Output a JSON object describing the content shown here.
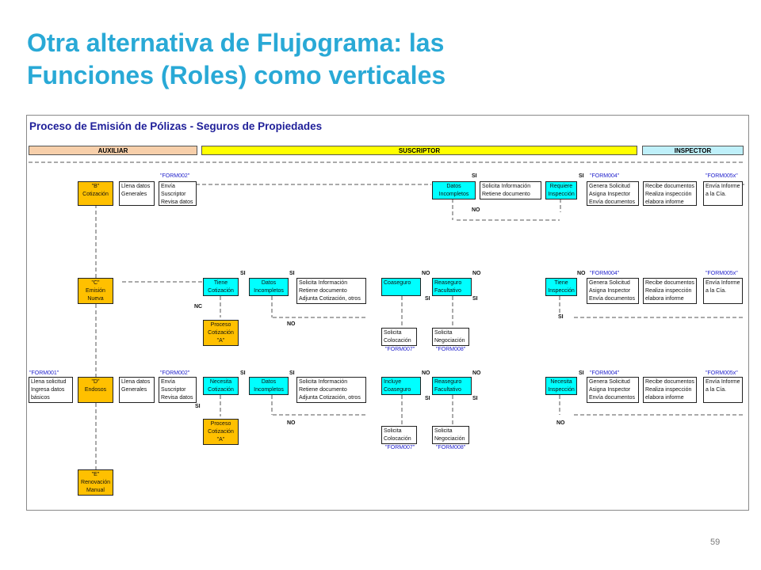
{
  "slide": {
    "title_line1": "Otra alternativa de Flujograma: las",
    "title_line2": "Funciones (Roles) como verticales",
    "page_number": "59"
  },
  "diagram": {
    "title": "Proceso de Emisión de Pólizas - Seguros de Propiedades",
    "lanes": [
      "AUXILIAR",
      "SUSCRIPTOR",
      "INSPECTOR"
    ],
    "colors": {
      "auxiliar": "#f7cfaa",
      "suscriptor": "#ffff00",
      "inspector": "#bff0fa",
      "orange_box": "#ffc000",
      "cyan_box": "#00ffff",
      "form_ref": "#2222cc"
    },
    "forms": {
      "form001": "\"FORM001\"",
      "form002": "\"FORM002\"",
      "form004": "\"FORM004\"",
      "form005x": "\"FORM005x\"",
      "form007": "\"FORM007\"",
      "form008": "\"FORM008\""
    },
    "branch": {
      "si": "SI",
      "no": "NO",
      "nc": "NC"
    },
    "boxes": {
      "b_cotizacion": [
        "\"B\"",
        "Cotización"
      ],
      "c_emision": [
        "\"C\"",
        "Emisión",
        "Nueva"
      ],
      "d_endosos": [
        "\"D\"",
        "Endosos"
      ],
      "e_renovacion": [
        "\"E\"",
        "Renovación",
        "Manual"
      ],
      "llena_datos": [
        "Llena datos",
        "Generales"
      ],
      "envia_suscriptor": [
        "Envía",
        "Suscriptor",
        "Revisa datos"
      ],
      "datos_incompletos": [
        "Datos",
        "Incompletos"
      ],
      "solicita_info_retiene": [
        "Solicita Información",
        "Retiene documento"
      ],
      "requiere_inspeccion": [
        "Requiere",
        "Inspección"
      ],
      "genera_solicitud": [
        "Genera Solicitud",
        "Asigna Inspector",
        "Envía documentos"
      ],
      "recibe_documentos": [
        "Recibe documentos",
        "Realiza inspección",
        "elabora informe"
      ],
      "envia_informe": [
        "Envía Informe",
        "a la Cía."
      ],
      "tiene_cotizacion": [
        "Tiene",
        "Cotización"
      ],
      "solicita_info_adjunta": [
        "Solicita Información",
        "Retiene documento",
        "Adjunta Cotización, otros"
      ],
      "coaseguro": [
        "Coaseguro"
      ],
      "reaseguro_facultativo": [
        "Reaseguro",
        "Facultativo"
      ],
      "tiene_inspeccion": [
        "Tiene",
        "Inspección"
      ],
      "proceso_cotizacion": [
        "Proceso",
        "Cotización",
        "\"A\""
      ],
      "solicita_colocacion": [
        "Solicita",
        "Colocación"
      ],
      "solicita_negociacion": [
        "Solicita",
        "Negociación"
      ],
      "llena_solicitud": [
        "Llena solicitud",
        "Ingresa datos",
        "básicos"
      ],
      "necesita_cotizacion": [
        "Necesita",
        "Cotización"
      ],
      "incluye_coaseguro": [
        "Incluye",
        "Coaseguro"
      ],
      "necesita_inspeccion": [
        "Necesita",
        "Inspección"
      ]
    }
  }
}
